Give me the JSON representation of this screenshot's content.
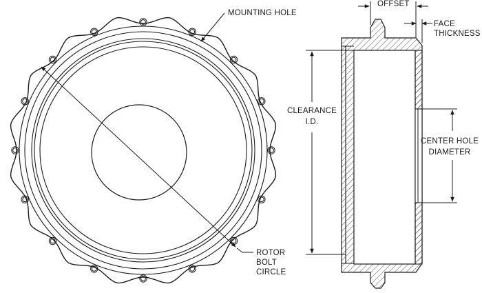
{
  "labels": {
    "mounting_hole": "MOUNTING HOLE",
    "rotor_bolt_circle": [
      "ROTOR",
      "BOLT",
      "CIRCLE"
    ],
    "offset": "OFFSET",
    "face_thickness": [
      "FACE",
      "THICKNESS"
    ],
    "clearance_id": [
      "CLEARANCE",
      "I.D."
    ],
    "center_hole_diameter": [
      "CENTER HOLE",
      "DIAMETER"
    ]
  },
  "colors": {
    "line": "#1a1a1a",
    "hatch": "#1a1a1a",
    "background": "#ffffff"
  }
}
